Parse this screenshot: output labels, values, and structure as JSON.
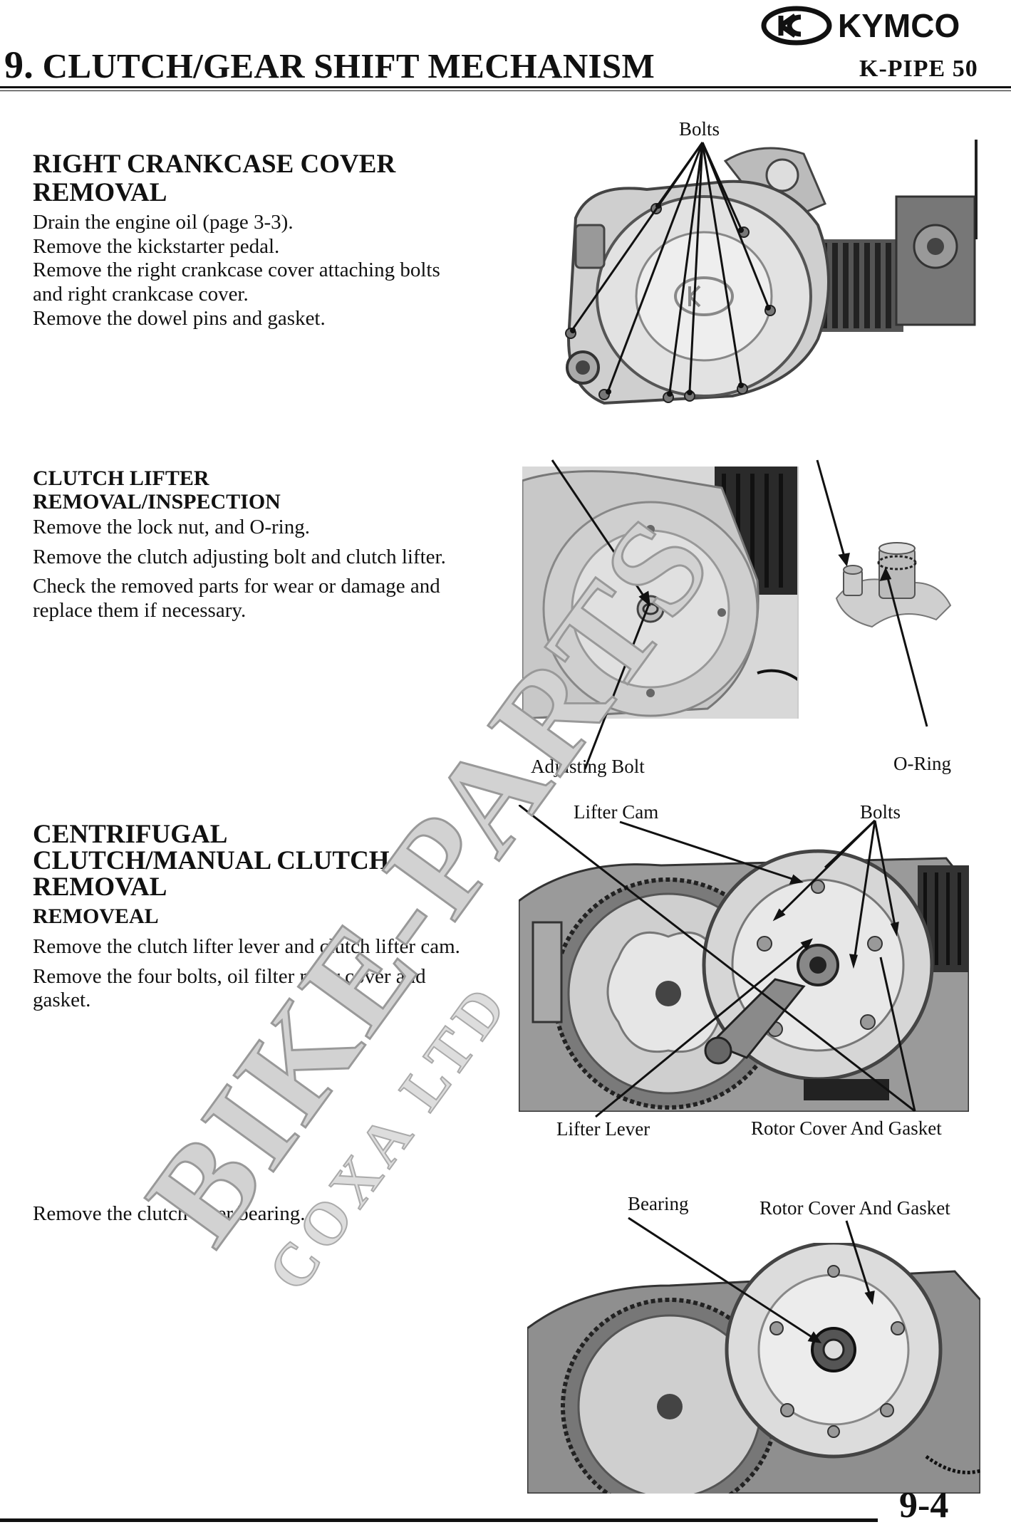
{
  "header": {
    "brand": "KYMCO",
    "chapter_number": "9.",
    "chapter_title": "CLUTCH/GEAR SHIFT MECHANISM",
    "model": "K-PIPE 50"
  },
  "sections": [
    {
      "heading_lines": [
        "RIGHT CRANKCASE COVER",
        "REMOVAL"
      ],
      "paragraphs": [
        "Drain the engine oil (page 3-3).",
        "Remove the kickstarter pedal.",
        "Remove the right crankcase cover attaching bolts and right crankcase cover.",
        "Remove the dowel pins and gasket."
      ],
      "figure_labels": [
        "Bolts"
      ]
    },
    {
      "heading_lines": [
        "CLUTCH LIFTER",
        "REMOVAL/INSPECTION"
      ],
      "paragraphs": [
        "Remove the lock nut, and O-ring.",
        "Remove the clutch adjusting bolt and clutch lifter.",
        "Check the removed parts for wear or damage and replace them if necessary."
      ],
      "figure_labels": [
        "Adjusting Bolt",
        "O-Ring"
      ]
    },
    {
      "heading_lines": [
        "CENTRIFUGAL",
        "CLUTCH/MANUAL CLUTCH",
        "REMOVAL"
      ],
      "subheading": "REMOVEAL",
      "paragraphs": [
        "Remove the clutch lifter lever and clutch lifter cam.",
        "Remove the four bolts, oil filter rotor cover and gasket."
      ],
      "figure_labels": [
        "Lifter Cam",
        "Bolts",
        "Lifter Lever",
        "Rotor Cover And Gasket"
      ]
    },
    {
      "paragraphs": [
        "Remove the clutch lifter bearing."
      ],
      "figure_labels": [
        "Bearing",
        "Rotor Cover And Gasket"
      ]
    }
  ],
  "watermark": {
    "line1": "BIKE-PARTS",
    "line2": "COXA LTD"
  },
  "footer": {
    "page_number": "9-4"
  }
}
